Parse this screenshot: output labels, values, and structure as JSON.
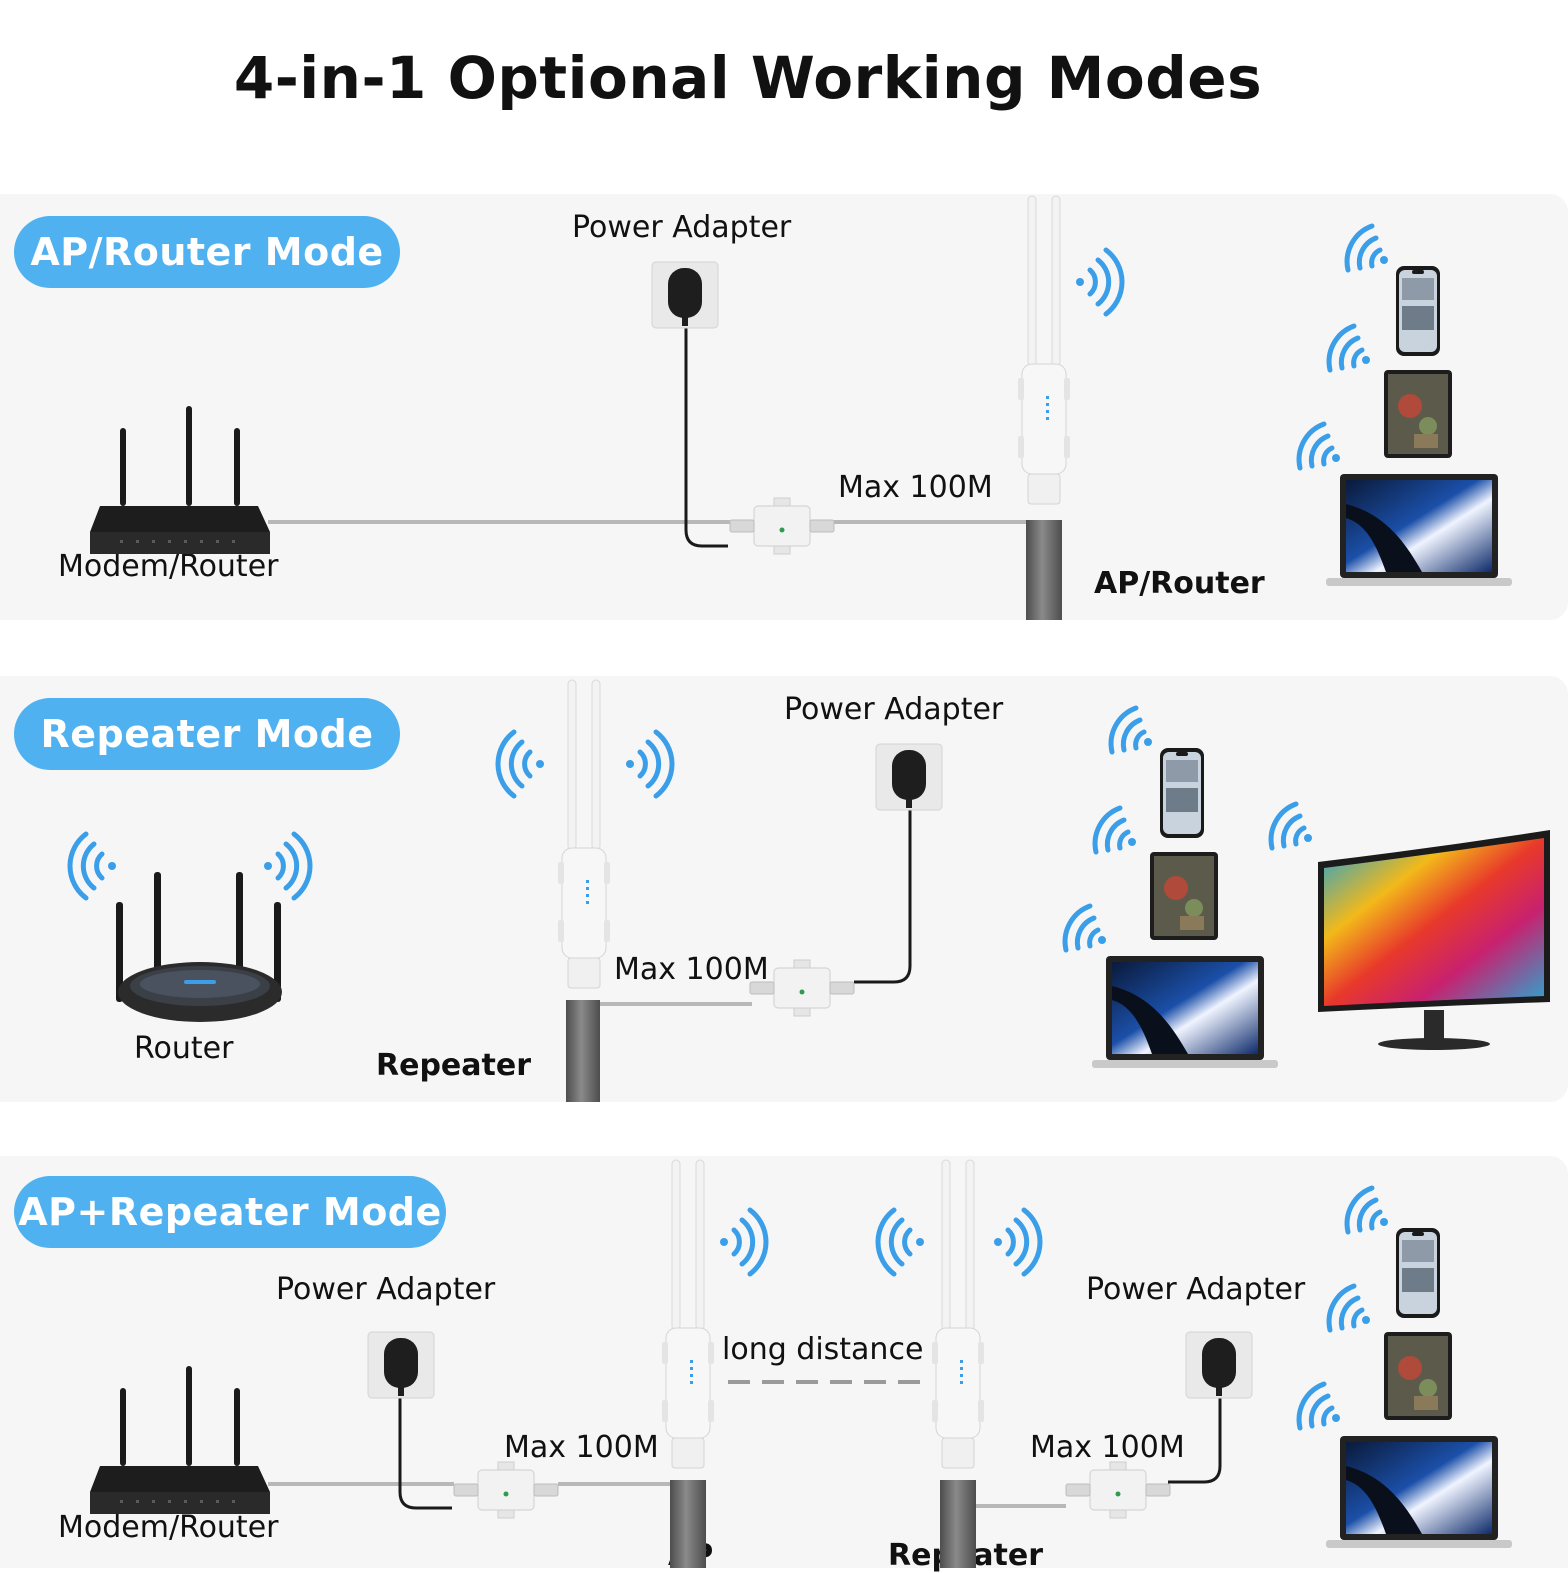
{
  "title": "4-in-1 Optional Working Modes",
  "colors": {
    "accent": "#4fb1f0",
    "panel": "#f6f6f6",
    "wifi": "#3a9ee8",
    "pole": "#6b6b6b"
  },
  "modes": [
    {
      "name": "AP/Router Mode",
      "labels": {
        "power_adapter": "Power Adapter",
        "max_distance": "Max 100M",
        "source": "Modem/Router",
        "device": "AP/Router"
      }
    },
    {
      "name": "Repeater Mode",
      "labels": {
        "power_adapter": "Power Adapter",
        "max_distance": "Max 100M",
        "source": "Router",
        "device": "Repeater"
      }
    },
    {
      "name": "AP+Repeater Mode",
      "labels": {
        "power_adapter_left": "Power Adapter",
        "power_adapter_right": "Power Adapter",
        "max_distance_left": "Max 100M",
        "max_distance_right": "Max 100M",
        "link": "long distance",
        "source": "Modem/Router",
        "device_left": "AP",
        "device_right": "Repeater"
      }
    }
  ],
  "icons": [
    "wifi-signal-icon",
    "power-adapter-icon",
    "poe-injector-icon",
    "router-icon",
    "antenna-unit-icon",
    "smartphone-icon",
    "tablet-icon",
    "laptop-icon",
    "monitor-icon"
  ]
}
